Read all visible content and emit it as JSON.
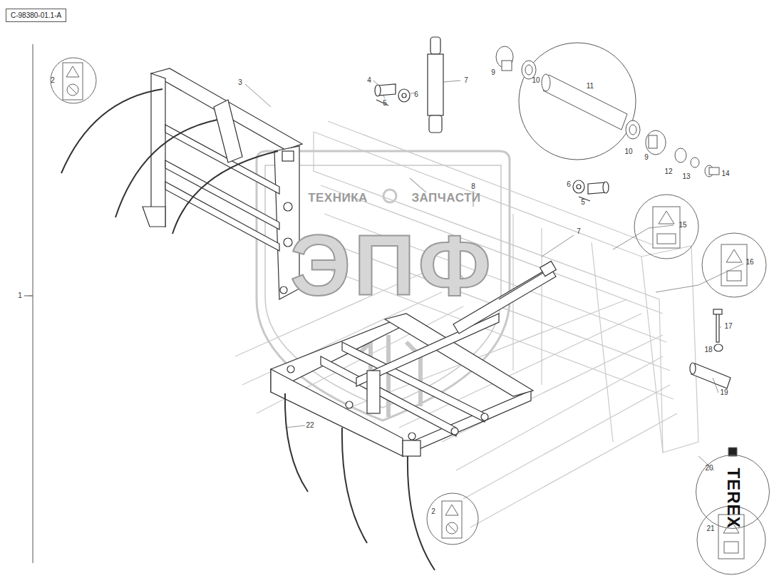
{
  "diagram": {
    "nodes": [
      {
        "text": [
          "C-98380-01.1-A"
        ]
      },
      {
        "text": [
          "TEREX"
        ]
      }
    ],
    "labels": [
      "2",
      "3",
      "4",
      "5",
      "6",
      "7",
      "9",
      "10",
      "11",
      "10",
      "9",
      "12",
      "13",
      "14",
      "1",
      "8",
      "6",
      "5",
      "7",
      "15",
      "16",
      "17",
      "18",
      "19",
      "22",
      "20",
      "2",
      "21",
      "ТЕХНИКА",
      "ЗАПЧАСТИ",
      "ЭПФ"
    ]
  }
}
